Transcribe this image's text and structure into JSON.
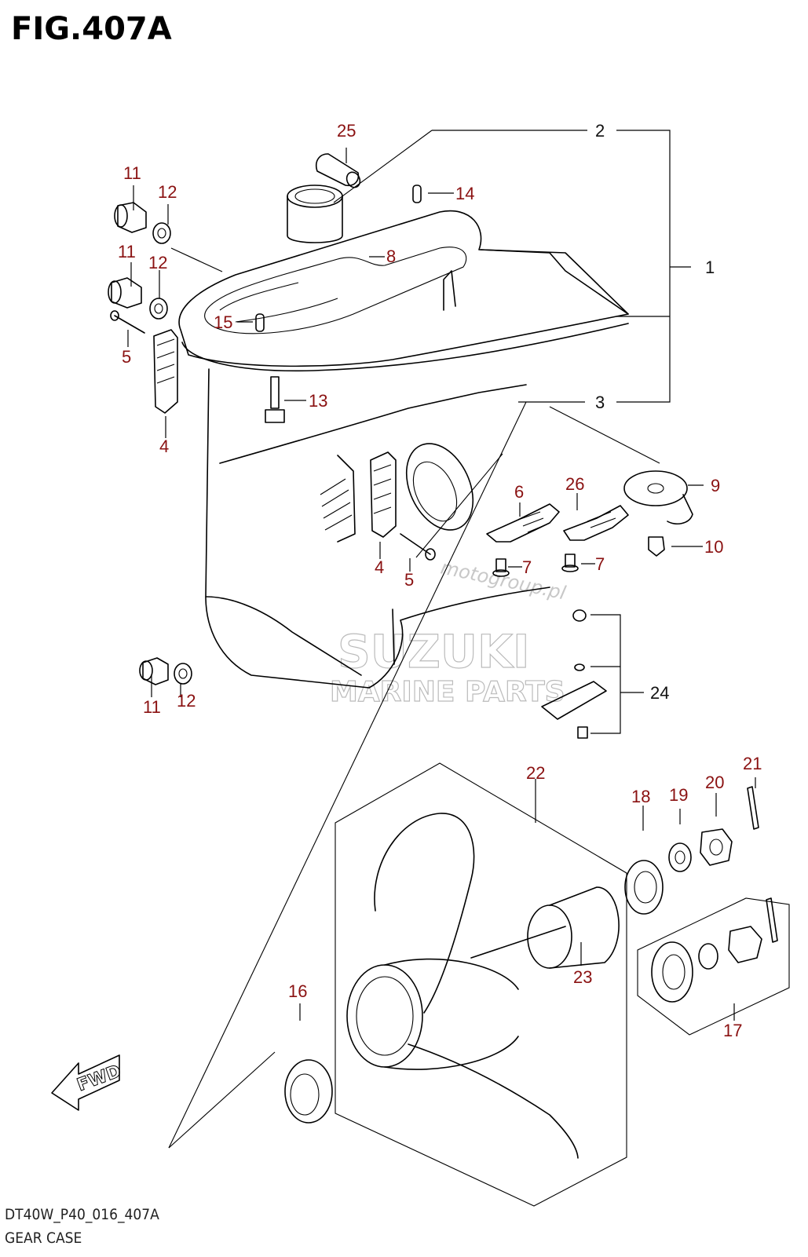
{
  "figure": {
    "title": "FIG.407A",
    "code": "DT40W_P40_016_407A",
    "caption": "GEAR CASE"
  },
  "watermark": {
    "brand": "SUZUKI",
    "line2": "MARINE PARTS",
    "url": "motogroup.pl"
  },
  "fwd_label": "FWD",
  "colors": {
    "callout": "#8a1111",
    "line": "#000000",
    "watermark": "#d8d8d8"
  },
  "callouts": {
    "c1": "1",
    "c2": "2",
    "c3": "3",
    "c4a": "4",
    "c4b": "4",
    "c5a": "5",
    "c5b": "5",
    "c6": "6",
    "c7a": "7",
    "c7b": "7",
    "c8": "8",
    "c9": "9",
    "c10": "10",
    "c11a": "11",
    "c11b": "11",
    "c11c": "11",
    "c12a": "12",
    "c12b": "12",
    "c12c": "12",
    "c13": "13",
    "c14": "14",
    "c15": "15",
    "c16": "16",
    "c17": "17",
    "c18": "18",
    "c19": "19",
    "c20": "20",
    "c21": "21",
    "c22": "22",
    "c23": "23",
    "c24": "24",
    "c25": "25",
    "c26": "26"
  }
}
